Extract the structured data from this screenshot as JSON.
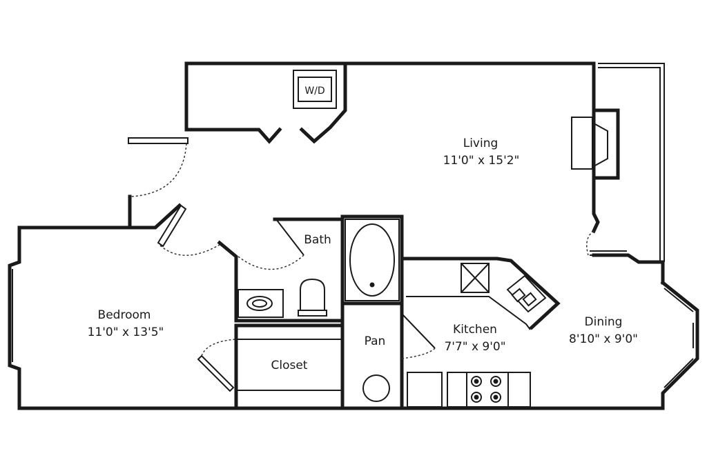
{
  "rooms": {
    "living": {
      "name": "Living",
      "size": "11'0\" x 15'2\""
    },
    "bedroom": {
      "name": "Bedroom",
      "size": "11'0\" x 13'5\""
    },
    "bath": {
      "name": "Bath"
    },
    "closet": {
      "name": "Closet"
    },
    "pan": {
      "name": "Pan"
    },
    "kitchen": {
      "name": "Kitchen",
      "size": "7'7\" x 9'0\""
    },
    "dining": {
      "name": "Dining",
      "size": "8'10\" x 9'0\""
    }
  },
  "appliances": {
    "washer_dryer": "W/D"
  }
}
